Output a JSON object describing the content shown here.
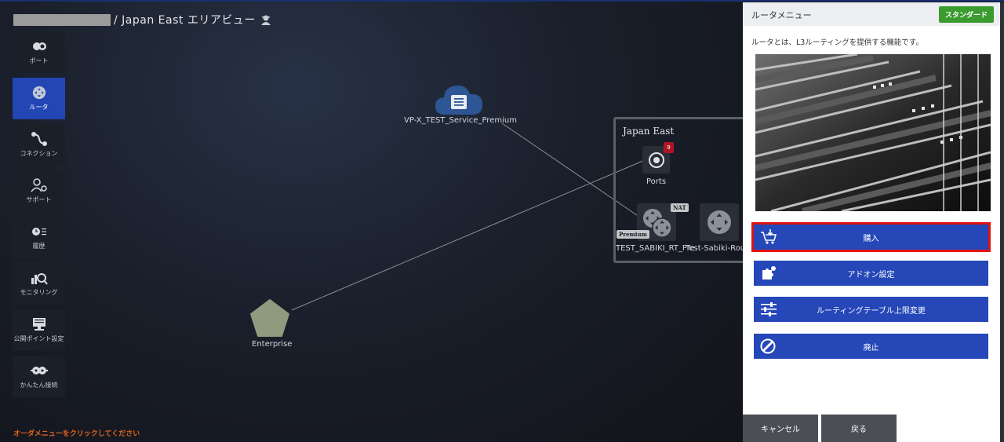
{
  "breadcrumb": {
    "suffix": "/ Japan East エリアビュー"
  },
  "sidebar": {
    "items": [
      {
        "label": "ポート",
        "icon": "port-icon"
      },
      {
        "label": "ルータ",
        "icon": "router-icon",
        "active": true
      },
      {
        "label": "コネクション",
        "icon": "connection-icon"
      },
      {
        "label": "サポート",
        "icon": "support-icon"
      },
      {
        "label": "履歴",
        "icon": "history-icon"
      },
      {
        "label": "モニタリング",
        "icon": "monitoring-icon"
      },
      {
        "label": "公開ポイント設定",
        "icon": "public-point-icon"
      },
      {
        "label": "かんたん接続",
        "icon": "easy-connect-icon"
      }
    ],
    "hint": "オーダメニューをクリックしてください"
  },
  "nodes": {
    "cloud_label": "VP-X_TEST_Service_Premium",
    "enterprise_label": "Enterprise",
    "area_title": "Japan East",
    "ports_label": "Ports",
    "ports_badge": "9",
    "nat_tag": "NAT",
    "premium_tag": "Premium",
    "router1_label": "TEST_SABIKI_RT_Pre",
    "router2_label": "Test-Sabiki-Rou"
  },
  "panel": {
    "title": "ルータメニュー",
    "badge": "スタンダード",
    "description": "ルータとは、L3ルーティングを提供する機能です。",
    "buttons": [
      {
        "label": "購入",
        "icon": "cart-icon"
      },
      {
        "label": "アドオン設定",
        "icon": "puzzle-icon"
      },
      {
        "label": "ルーティングテーブル上限変更",
        "icon": "sliders-icon"
      },
      {
        "label": "廃止",
        "icon": "prohibit-icon"
      }
    ],
    "cancel": "キャンセル",
    "back": "戻る"
  },
  "colors": {
    "accent": "#2547b8",
    "highlight": "#e01212",
    "badge_green": "#3c9b2f",
    "hint_orange": "#e0641e"
  }
}
